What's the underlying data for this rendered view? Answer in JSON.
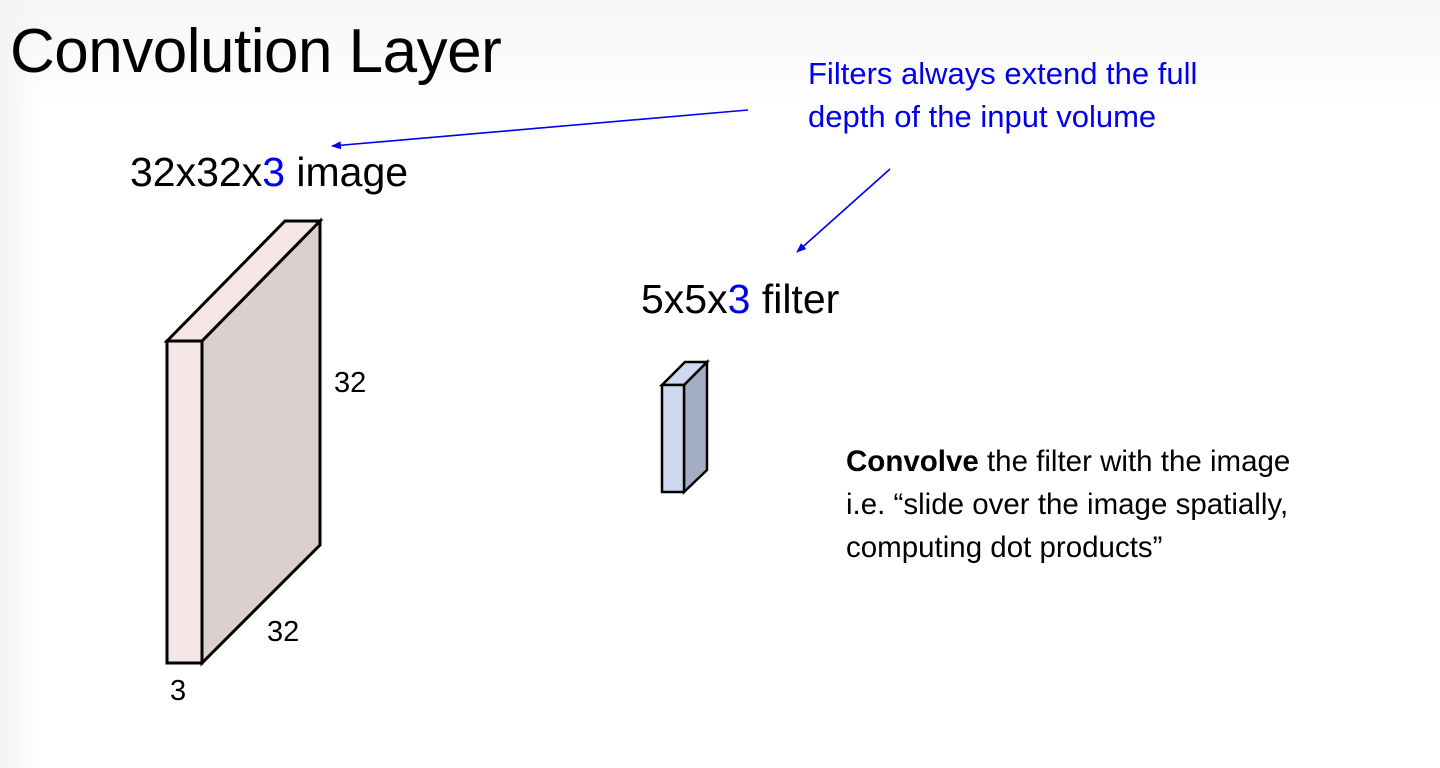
{
  "slide": {
    "title": "Convolution Layer",
    "background": "#ffffff"
  },
  "annotation": {
    "lines": [
      "Filters always extend the full",
      "depth of the input volume"
    ],
    "color": "#0000ee"
  },
  "image_volume": {
    "label_prefix": "32x32x",
    "label_depth": "3",
    "label_suffix": " image",
    "height_label": "32",
    "width_label": "32",
    "depth_label": "3",
    "front_color": "#f5e6e6",
    "side_color": "#dccfcf"
  },
  "filter_volume": {
    "label_prefix": "5x5x",
    "label_depth": "3",
    "label_suffix": " filter",
    "front_color": "#cdd9ee",
    "side_color": "#a3adc4"
  },
  "description": {
    "bold": "Convolve",
    "line1_rest": " the filter with the image",
    "line2": "i.e. “slide over the image spatially,",
    "line3": "computing dot products”"
  },
  "colors": {
    "accent": "#0000ee",
    "text": "#000000",
    "outline": "#000000"
  }
}
